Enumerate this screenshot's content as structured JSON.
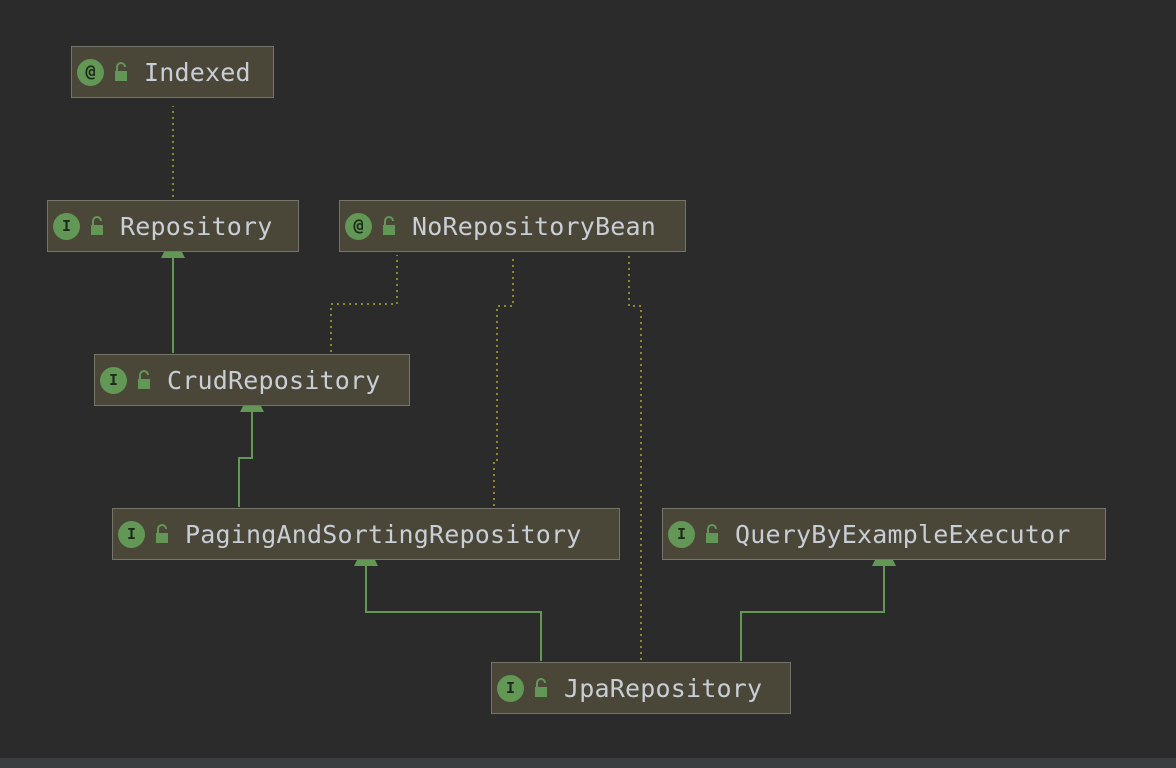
{
  "diagram": {
    "colors": {
      "background": "#2b2b2b",
      "node_fill": "#4a4739",
      "node_border": "#75746a",
      "node_text": "#c9ced6",
      "badge": "#629755",
      "inheritance_edge": "#629755",
      "annotation_edge": "#8a8a28"
    },
    "nodes": [
      {
        "id": "indexed",
        "label": "Indexed",
        "kind": "annotation",
        "badge": "@",
        "icon": "unlock-icon"
      },
      {
        "id": "repository",
        "label": "Repository",
        "kind": "interface",
        "badge": "I",
        "icon": "unlock-icon"
      },
      {
        "id": "norepositorybean",
        "label": "NoRepositoryBean",
        "kind": "annotation",
        "badge": "@",
        "icon": "unlock-icon"
      },
      {
        "id": "crudrepository",
        "label": "CrudRepository",
        "kind": "interface",
        "badge": "I",
        "icon": "unlock-icon"
      },
      {
        "id": "pagingandsortingrepository",
        "label": "PagingAndSortingRepository",
        "kind": "interface",
        "badge": "I",
        "icon": "unlock-icon"
      },
      {
        "id": "querybyexampleexecutor",
        "label": "QueryByExampleExecutor",
        "kind": "interface",
        "badge": "I",
        "icon": "unlock-icon"
      },
      {
        "id": "jparepository",
        "label": "JpaRepository",
        "kind": "interface",
        "badge": "I",
        "icon": "unlock-icon"
      }
    ],
    "edges": [
      {
        "from": "repository",
        "to": "indexed",
        "type": "annotation"
      },
      {
        "from": "crudrepository",
        "to": "repository",
        "type": "extends"
      },
      {
        "from": "crudrepository",
        "to": "norepositorybean",
        "type": "annotation"
      },
      {
        "from": "pagingandsortingrepository",
        "to": "crudrepository",
        "type": "extends"
      },
      {
        "from": "pagingandsortingrepository",
        "to": "norepositorybean",
        "type": "annotation"
      },
      {
        "from": "jparepository",
        "to": "norepositorybean",
        "type": "annotation"
      },
      {
        "from": "jparepository",
        "to": "pagingandsortingrepository",
        "type": "extends"
      },
      {
        "from": "jparepository",
        "to": "querybyexampleexecutor",
        "type": "extends"
      }
    ]
  }
}
